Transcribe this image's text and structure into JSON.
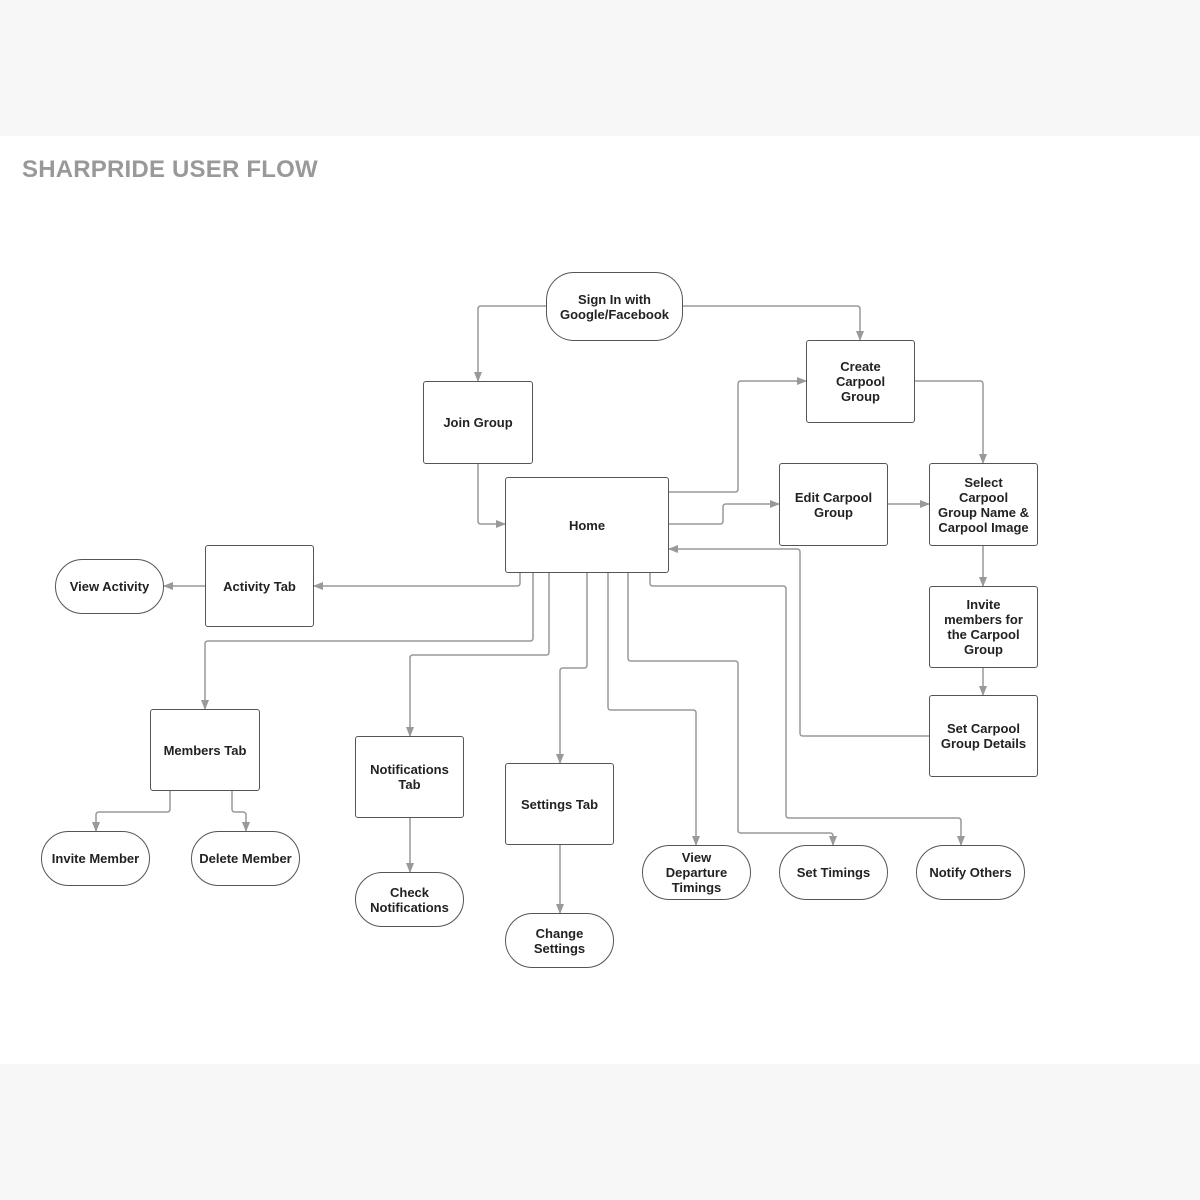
{
  "title": "SHARPRIDE USER FLOW",
  "colors": {
    "line": "#999999",
    "border": "#555555",
    "title": "#999999",
    "background": "#f7f7f7",
    "canvas": "#ffffff"
  },
  "nodes": {
    "sign_in": "Sign In with Google/Facebook",
    "join_group": "Join Group",
    "create_group": "Create Carpool Group",
    "home": "Home",
    "edit_group": "Edit Carpool Group",
    "select_name": "Select Carpool Group Name & Carpool Image",
    "invite_members": "Invite members for the Carpool Group",
    "set_details": "Set Carpool Group Details",
    "activity_tab": "Activity Tab",
    "view_activity": "View Activity",
    "members_tab": "Members Tab",
    "invite_member": "Invite Member",
    "delete_member": "Delete Member",
    "notifications_tab": "Notifications Tab",
    "check_notifications": "Check Notifications",
    "settings_tab": "Settings Tab",
    "change_settings": "Change Settings",
    "view_departure": "View Departure Timings",
    "set_timings": "Set Timings",
    "notify_others": "Notify Others"
  }
}
